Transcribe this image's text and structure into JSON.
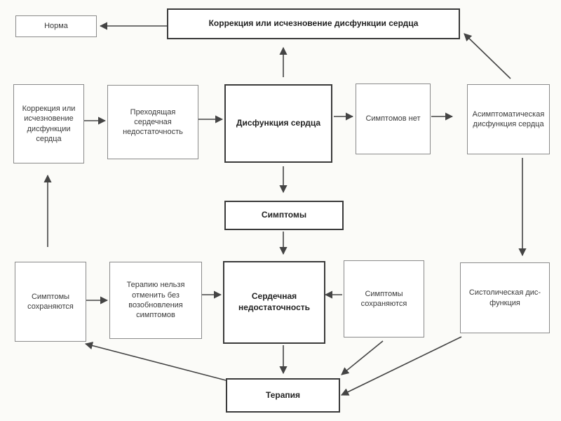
{
  "nodes": {
    "norm": "Норма",
    "correction_top": "Коррекция или исчезновение дисфункции сердца",
    "correction_left": "Коррекция или исчезновение дисфункции сердца",
    "transient_hf": "Преходящая сердечная недостаточность",
    "dysfunction": "Дисфункция сердца",
    "no_symptoms": "Симптомов нет",
    "asymptomatic": "Асимптоматическая дисфункция сердца",
    "symptoms": "Симптомы",
    "symptoms_persist_left": "Симптомы сохраняются",
    "therapy_cannot_stop": "Терапию нельзя отменить без возобновления симптомов",
    "heart_failure": "Сердечная недостаточность",
    "symptoms_persist_right": "Симптомы сохраняются",
    "systolic": "Систолическая дис-функция",
    "therapy": "Терапия"
  },
  "colors": {
    "line": "#444444",
    "box_border": "#8a8a8a",
    "strong_border": "#3a3a3a"
  }
}
